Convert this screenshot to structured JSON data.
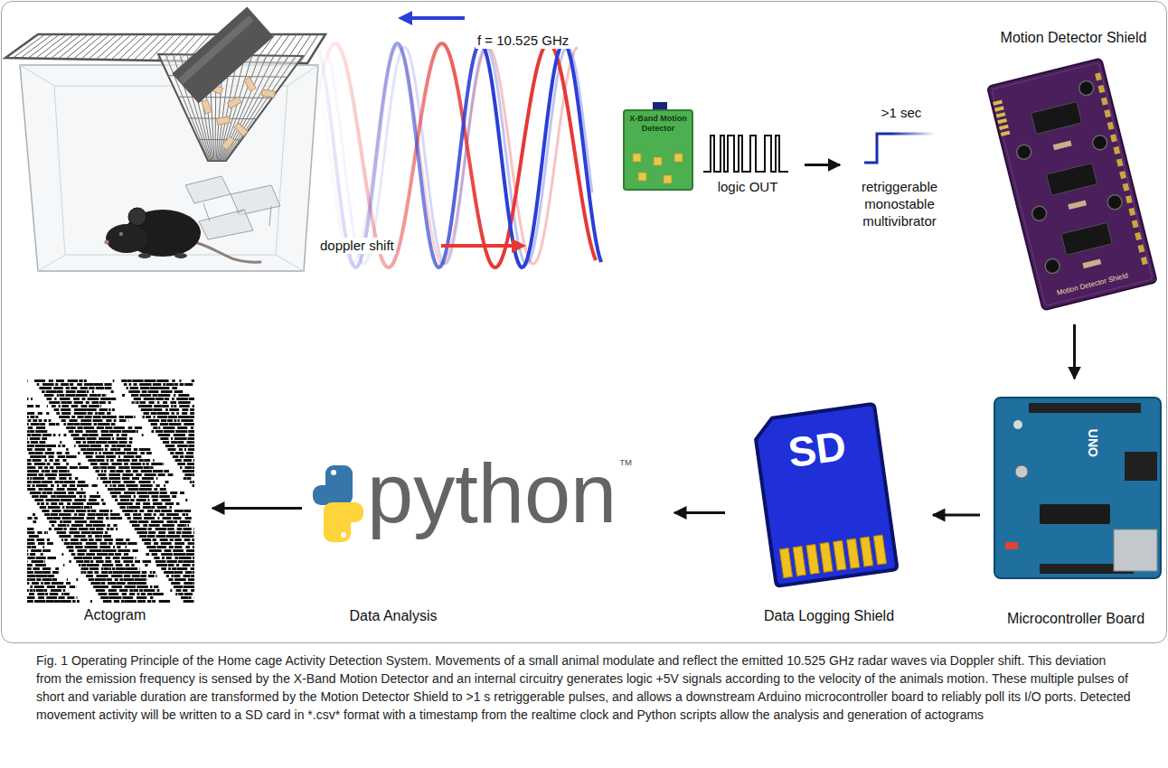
{
  "diagram": {
    "caption": "Fig. 1 Operating Principle of the Home cage Activity Detection System. Movements of a small animal modulate and reflect the emitted 10.525 GHz radar waves via Doppler shift. This deviation from the emission frequency is sensed by the X-Band Motion Detector and an internal circuitry generates logic +5V signals according to the velocity of the animals motion. These multiple pulses of short and variable duration are transformed by the Motion Detector Shield to >1 s retriggerable pulses, and allows a downstream Arduino microcontroller board to reliably poll its I/O ports. Detected movement activity will be written to a SD card in *.csv* format with a timestamp from the realtime clock and Python scripts allow the analysis and generation of actograms",
    "nodes": [
      {
        "text": [
          "X-Band Motion Detector"
        ]
      },
      {
        "text": [
          "logic OUT"
        ]
      },
      {
        "text": [
          ">1 sec",
          "retriggerable monostable multivibrator"
        ]
      },
      {
        "text": [
          "Motion Detector Shield"
        ]
      },
      {
        "text": [
          "Microcontroller Board"
        ]
      },
      {
        "text": [
          "Data Logging Shield"
        ]
      },
      {
        "text": [
          "python",
          "Data Analysis"
        ]
      },
      {
        "text": [
          "Actogram"
        ]
      }
    ],
    "edges": [
      {
        "from": 1,
        "to": 2,
        "arrow": "to"
      },
      {
        "from": 3,
        "to": 4,
        "arrow": "to"
      },
      {
        "from": 4,
        "to": 5,
        "arrow": "to"
      },
      {
        "from": 5,
        "to": 6,
        "arrow": "to"
      },
      {
        "from": 6,
        "to": 7,
        "arrow": "to"
      }
    ],
    "labels": [
      "f = 10.525 GHz",
      "doppler shift",
      "Motion Detector Shield",
      "UNO",
      "SD",
      "™"
    ]
  }
}
